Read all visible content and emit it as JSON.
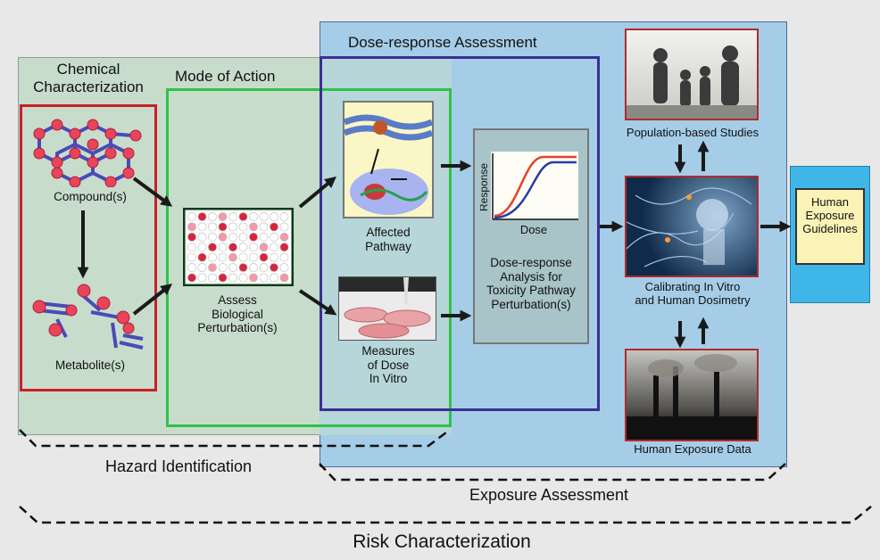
{
  "sections": {
    "chemical_characterization": "Chemical\nCharacterization",
    "mode_of_action": "Mode of Action",
    "dose_response_assessment": "Dose-response Assessment"
  },
  "items": {
    "compounds": "Compound(s)",
    "metabolites": "Metabolite(s)",
    "assess_biological": "Assess\nBiological\nPerturbation(s)",
    "affected_pathway": "Affected\nPathway",
    "measures_of_dose": "Measures\nof Dose\nIn Vitro",
    "dose_response_analysis": "Dose-response\nAnalysis for\nToxicity Pathway\nPerturbation(s)",
    "population_studies": "Population-based Studies",
    "calibrating": "Calibrating In Vitro\nand Human Dosimetry",
    "human_exposure_data": "Human Exposure Data",
    "human_exposure_guidelines": "Human\nExposure\nGuidelines"
  },
  "curve_chart": {
    "ylabel": "Response",
    "xlabel": "Dose"
  },
  "brackets": {
    "hazard_identification": "Hazard Identification",
    "exposure_assessment": "Exposure Assessment",
    "risk_characterization": "Risk Characterization"
  },
  "colors": {
    "hazard_bg": "#c7dccb",
    "dose_bg": "#a5cde7",
    "chem_border": "#c8202a",
    "moa_border": "#2ec248",
    "dose_border": "#3a2f95",
    "photo_border": "#b22a2a",
    "guidelines_bg": "#fbf3b6",
    "arrow": "#1a1a1a"
  }
}
